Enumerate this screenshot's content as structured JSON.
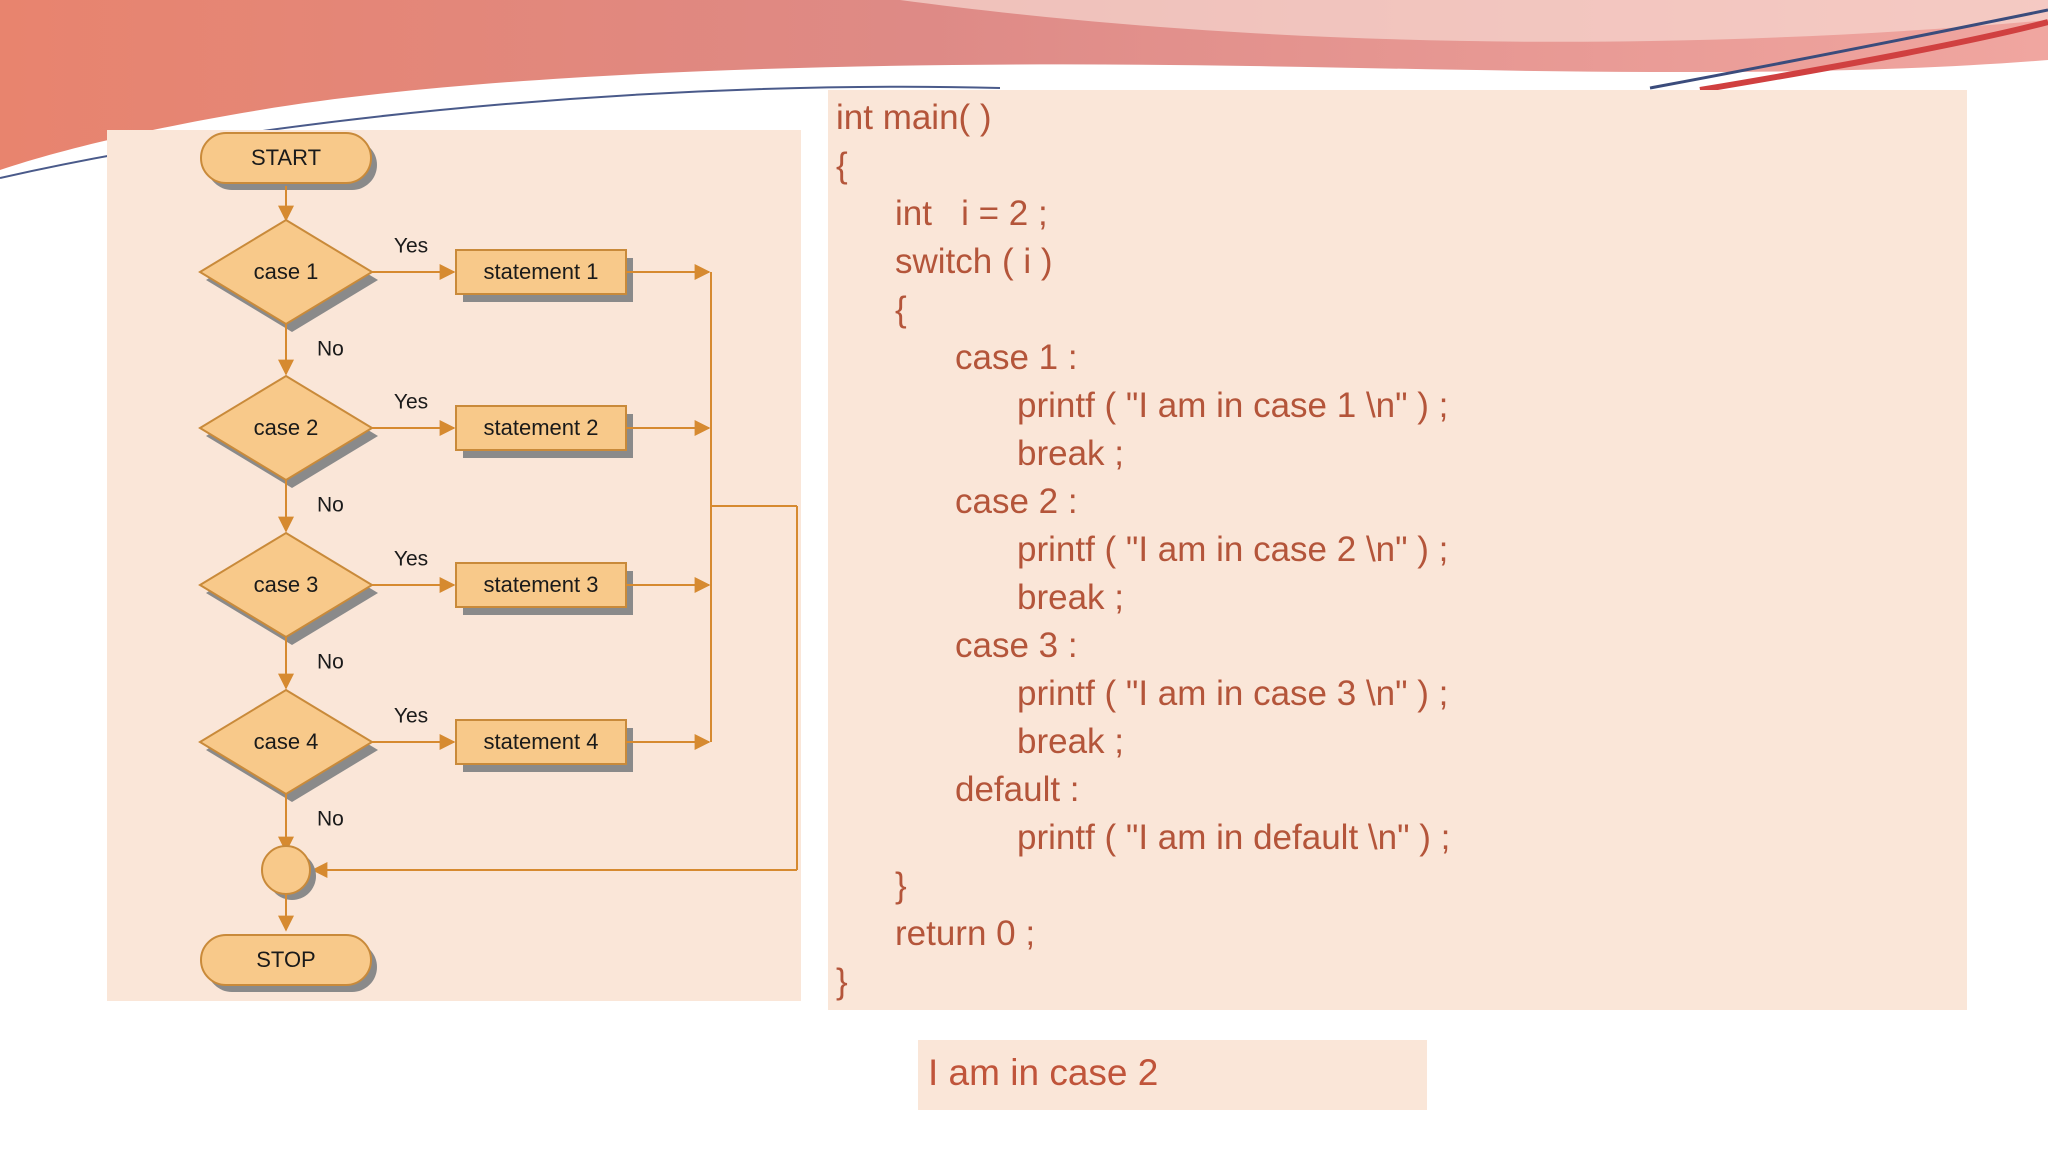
{
  "colors": {
    "panel_bg": "#fae6d8",
    "shape_fill": "#f8c98a",
    "shape_border": "#c98a3a",
    "arrow": "#d68a30",
    "code_text": "#b4553a",
    "output_text": "#c0543a",
    "banner": "#e08a82"
  },
  "flowchart": {
    "start_label": "START",
    "stop_label": "STOP",
    "cases": [
      {
        "label": "case  1",
        "statement": "statement  1",
        "yes": "Yes",
        "no": "No"
      },
      {
        "label": "case  2",
        "statement": "statement  2",
        "yes": "Yes",
        "no": "No"
      },
      {
        "label": "case  3",
        "statement": "statement  3",
        "yes": "Yes",
        "no": "No"
      },
      {
        "label": "case  4",
        "statement": "statement  4",
        "yes": "Yes",
        "no": "No"
      }
    ]
  },
  "code": {
    "lines": [
      {
        "text": "int main( )",
        "indent": 0
      },
      {
        "text": "{",
        "indent": 0
      },
      {
        "text": "int   i = 2 ;",
        "indent": 1
      },
      {
        "text": "switch ( i )",
        "indent": 1
      },
      {
        "text": "{",
        "indent": 1
      },
      {
        "text": "case 1 :",
        "indent": 2
      },
      {
        "text": "printf ( \"I am in case 1 \\n\" ) ;",
        "indent": 3
      },
      {
        "text": "break ;",
        "indent": 3
      },
      {
        "text": "case 2 :",
        "indent": 2
      },
      {
        "text": "printf ( \"I am in case 2 \\n\" ) ;",
        "indent": 3
      },
      {
        "text": "break ;",
        "indent": 3
      },
      {
        "text": "case 3 :",
        "indent": 2
      },
      {
        "text": "printf ( \"I am in case 3 \\n\" ) ;",
        "indent": 3
      },
      {
        "text": "break ;",
        "indent": 3
      },
      {
        "text": "default :",
        "indent": 2
      },
      {
        "text": "printf ( \"I am in default \\n\" ) ;",
        "indent": 3
      },
      {
        "text": "}",
        "indent": 1
      },
      {
        "text": "return 0 ;",
        "indent": 1
      },
      {
        "text": "}",
        "indent": 0
      }
    ]
  },
  "output": {
    "text": "I am in case 2"
  }
}
